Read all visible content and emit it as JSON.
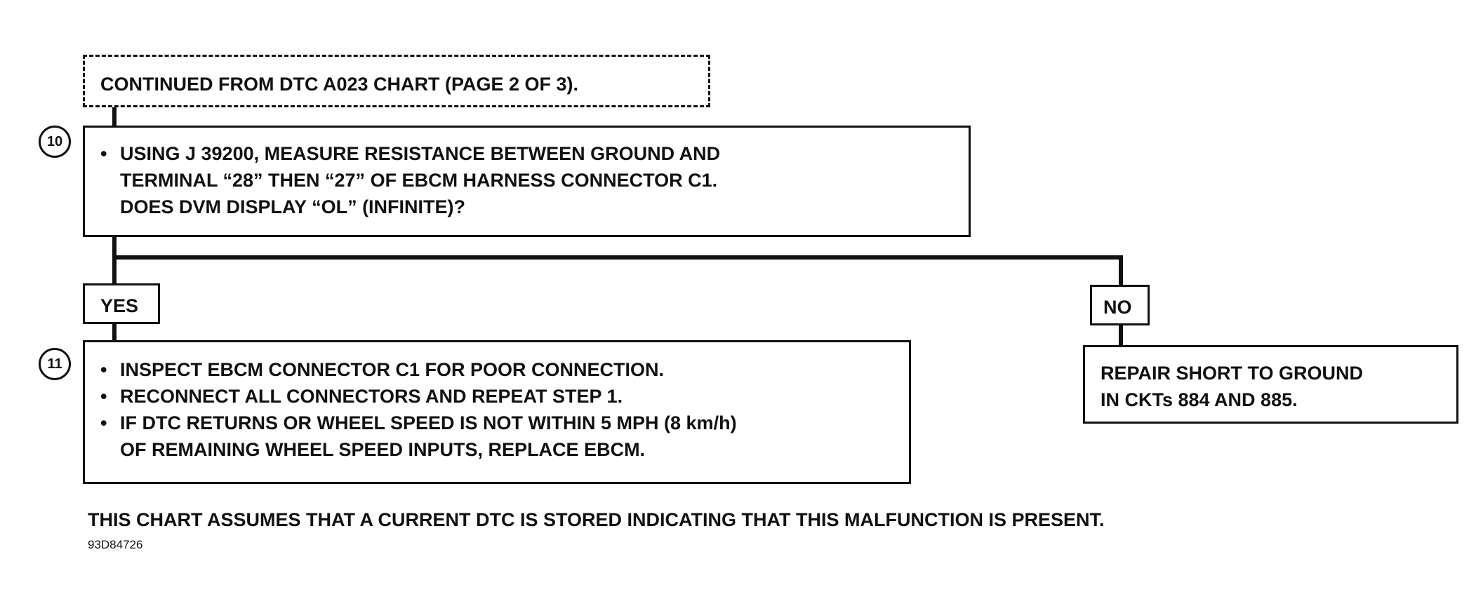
{
  "continued_box": {
    "text": "CONTINUED FROM DTC A023 CHART (PAGE 2 OF 3)."
  },
  "step10": {
    "number": "10",
    "lines": [
      "USING J 39200, MEASURE RESISTANCE BETWEEN GROUND AND",
      "TERMINAL “28” THEN “27” OF EBCM HARNESS CONNECTOR C1.",
      "DOES DVM DISPLAY “OL” (INFINITE)?"
    ]
  },
  "yes_label": "YES",
  "no_label": "NO",
  "step11": {
    "number": "11",
    "items": [
      "INSPECT EBCM CONNECTOR C1 FOR POOR CONNECTION.",
      "RECONNECT ALL CONNECTORS AND REPEAT STEP 1.",
      "IF DTC RETURNS OR WHEEL SPEED IS NOT WITHIN 5 MPH (8 km/h)",
      "OF REMAINING WHEEL SPEED INPUTS, REPLACE EBCM."
    ]
  },
  "no_result": {
    "lines": [
      "REPAIR SHORT TO GROUND",
      "IN CKTs 884 AND 885."
    ]
  },
  "footer_note": "THIS CHART ASSUMES THAT A CURRENT DTC IS STORED INDICATING THAT THIS MALFUNCTION IS PRESENT.",
  "figure_id": "93D84726"
}
